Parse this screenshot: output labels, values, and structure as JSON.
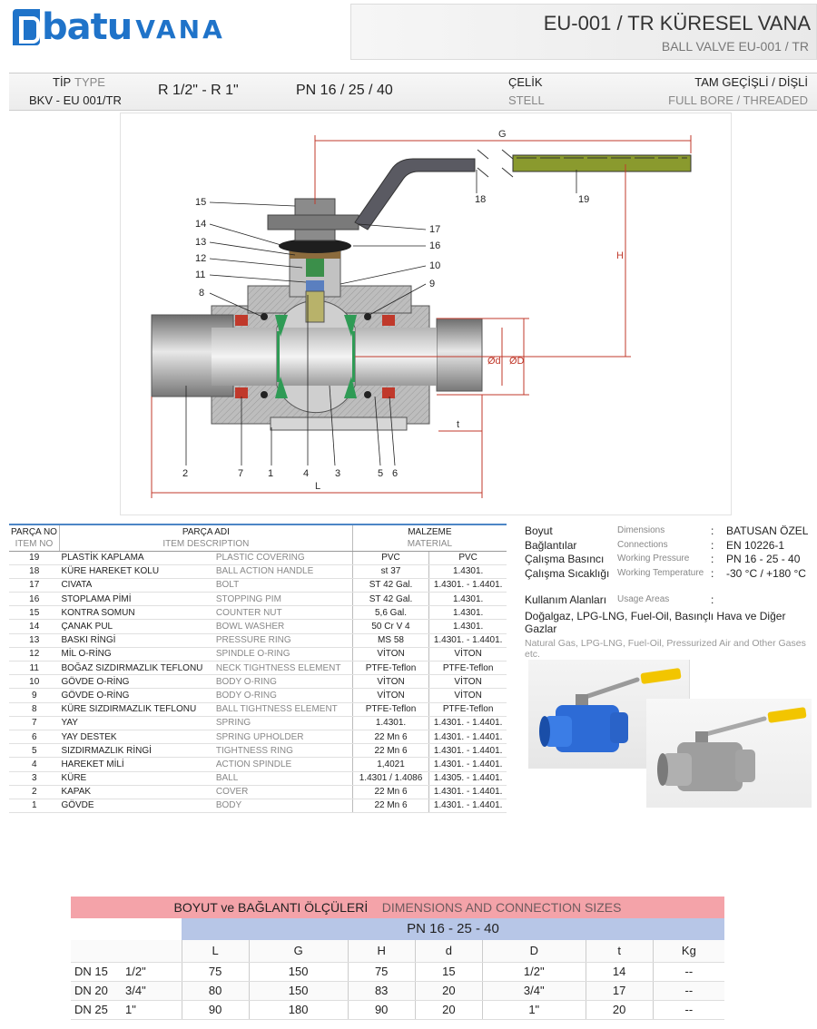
{
  "brand": {
    "name_bold": "batu",
    "name_light": "VANA"
  },
  "header": {
    "title": "EU-001 / TR   KÜRESEL VANA",
    "subtitle": "BALL VALVE  EU-001 / TR"
  },
  "type_bar": {
    "tip_label": "TİP",
    "type_label": "TYPE",
    "code": "BKV - EU 001/TR",
    "size_range": "R 1/2\"  -  R 1\"",
    "pressure": "PN 16 / 25 / 40",
    "material_tr": "ÇELİK",
    "material_en": "STELL",
    "bore_tr": "TAM GEÇİŞLİ  /  DİŞLİ",
    "bore_en": "FULL BORE  / THREADED"
  },
  "drawing": {
    "callouts_left": [
      "15",
      "14",
      "13",
      "12",
      "11",
      "8"
    ],
    "callouts_right": [
      "17",
      "16",
      "10",
      "9"
    ],
    "callouts_top": [
      "18",
      "19"
    ],
    "callouts_bottom": [
      "2",
      "7",
      "1",
      "4",
      "3",
      "5",
      "6"
    ],
    "dim_labels": {
      "G": "G",
      "H": "H",
      "d": "Ød",
      "D": "ØD",
      "t": "t",
      "L": "L"
    }
  },
  "parts_table": {
    "headers": {
      "no_tr": "PARÇA NO",
      "no_en": "ITEM NO",
      "name_tr": "PARÇA ADI",
      "name_en": "ITEM DESCRIPTION",
      "mat_tr": "MALZEME",
      "mat_en": "MATERIAL"
    },
    "rows": [
      {
        "no": "19",
        "tr": "PLASTİK KAPLAMA",
        "en": "PLASTIC COVERING",
        "m1": "PVC",
        "m2": "PVC"
      },
      {
        "no": "18",
        "tr": "KÜRE HAREKET KOLU",
        "en": "BALL ACTION HANDLE",
        "m1": "st 37",
        "m2": "1.4301."
      },
      {
        "no": "17",
        "tr": "CIVATA",
        "en": "BOLT",
        "m1": "ST 42 Gal.",
        "m2": "1.4301. - 1.4401."
      },
      {
        "no": "16",
        "tr": "STOPLAMA PİMİ",
        "en": "STOPPING PIM",
        "m1": "ST 42 Gal.",
        "m2": "1.4301."
      },
      {
        "no": "15",
        "tr": "KONTRA SOMUN",
        "en": "COUNTER NUT",
        "m1": "5,6 Gal.",
        "m2": "1.4301."
      },
      {
        "no": "14",
        "tr": "ÇANAK PUL",
        "en": "BOWL WASHER",
        "m1": "50 Cr V 4",
        "m2": "1.4301."
      },
      {
        "no": "13",
        "tr": "BASKI RİNGİ",
        "en": "PRESSURE RING",
        "m1": "MS 58",
        "m2": "1.4301. - 1.4401."
      },
      {
        "no": "12",
        "tr": "MİL O-RİNG",
        "en": "SPINDLE O-RING",
        "m1": "VİTON",
        "m2": "VİTON"
      },
      {
        "no": "11",
        "tr": "BOĞAZ SIZDIRMAZLIK TEFLONU",
        "en": "NECK TIGHTNESS ELEMENT",
        "m1": "PTFE-Teflon",
        "m2": "PTFE-Teflon"
      },
      {
        "no": "10",
        "tr": "GÖVDE O-RİNG",
        "en": "BODY O-RING",
        "m1": "VİTON",
        "m2": "VİTON"
      },
      {
        "no": "9",
        "tr": "GÖVDE O-RİNG",
        "en": "BODY O-RING",
        "m1": "VİTON",
        "m2": "VİTON"
      },
      {
        "no": "8",
        "tr": "KÜRE SIZDIRMAZLIK TEFLONU",
        "en": "BALL TIGHTNESS ELEMENT",
        "m1": "PTFE-Teflon",
        "m2": "PTFE-Teflon"
      },
      {
        "no": "7",
        "tr": "YAY",
        "en": "SPRING",
        "m1": "1.4301.",
        "m2": "1.4301. - 1.4401."
      },
      {
        "no": "6",
        "tr": "YAY DESTEK",
        "en": "SPRING UPHOLDER",
        "m1": "22 Mn 6",
        "m2": "1.4301. - 1.4401."
      },
      {
        "no": "5",
        "tr": "SIZDIRMAZLIK RİNGİ",
        "en": "TIGHTNESS RING",
        "m1": "22 Mn 6",
        "m2": "1.4301. - 1.4401."
      },
      {
        "no": "4",
        "tr": "HAREKET MİLİ",
        "en": "ACTION SPINDLE",
        "m1": "1,4021",
        "m2": "1.4301. - 1.4401."
      },
      {
        "no": "3",
        "tr": "KÜRE",
        "en": "BALL",
        "m1": "1.4301 / 1.4086",
        "m2": "1.4305. - 1.4401."
      },
      {
        "no": "2",
        "tr": "KAPAK",
        "en": "COVER",
        "m1": "22 Mn 6",
        "m2": "1.4301. - 1.4401."
      },
      {
        "no": "1",
        "tr": "GÖVDE",
        "en": "BODY",
        "m1": "22 Mn 6",
        "m2": "1.4301. - 1.4401."
      }
    ]
  },
  "specs": {
    "rows": [
      {
        "tr": "Boyut",
        "en": "Dimensions",
        "val": "BATUSAN ÖZEL"
      },
      {
        "tr": "Bağlantılar",
        "en": "Connections",
        "val": "EN 10226-1"
      },
      {
        "tr": "Çalışma Basıncı",
        "en": "Working Pressure",
        "val": "PN 16 - 25 - 40"
      },
      {
        "tr": "Çalışma Sıcaklığı",
        "en": "Working Temperature",
        "val": "-30 °C / +180 °C"
      }
    ],
    "colon": ":",
    "usage_tr": "Kullanım Alanları",
    "usage_en": "Usage Areas",
    "usage_text_tr": "Doğalgaz, LPG-LNG, Fuel-Oil, Basınçlı Hava ve Diğer Gazlar",
    "usage_text_en": "Natural Gas, LPG-LNG, Fuel-Oil, Pressurized Air and Other Gases etc."
  },
  "dimensions": {
    "title_tr": "BOYUT ve BAĞLANTI ÖLÇÜLERİ",
    "title_en": "DIMENSIONS AND CONNECTION SIZES",
    "pn": "PN 16 - 25 - 40",
    "columns": [
      "L",
      "G",
      "H",
      "d",
      "D",
      "t",
      "Kg"
    ],
    "rows": [
      {
        "dn": "DN 15",
        "inch": "1/2\"",
        "vals": [
          "75",
          "150",
          "75",
          "15",
          "1/2\"",
          "14",
          "--"
        ]
      },
      {
        "dn": "DN 20",
        "inch": "3/4\"",
        "vals": [
          "80",
          "150",
          "83",
          "20",
          "3/4\"",
          "17",
          "--"
        ]
      },
      {
        "dn": "DN 25",
        "inch": "1\"",
        "vals": [
          "90",
          "180",
          "90",
          "20",
          "1\"",
          "20",
          "--"
        ]
      }
    ]
  },
  "colors": {
    "brand_blue": "#1f73c9",
    "handle_gray": "#5a5a62",
    "grip_green": "#8a9a2e",
    "dim_red": "#c0392b",
    "table_pink": "#f4a3a9",
    "table_blue": "#b7c6e7"
  }
}
